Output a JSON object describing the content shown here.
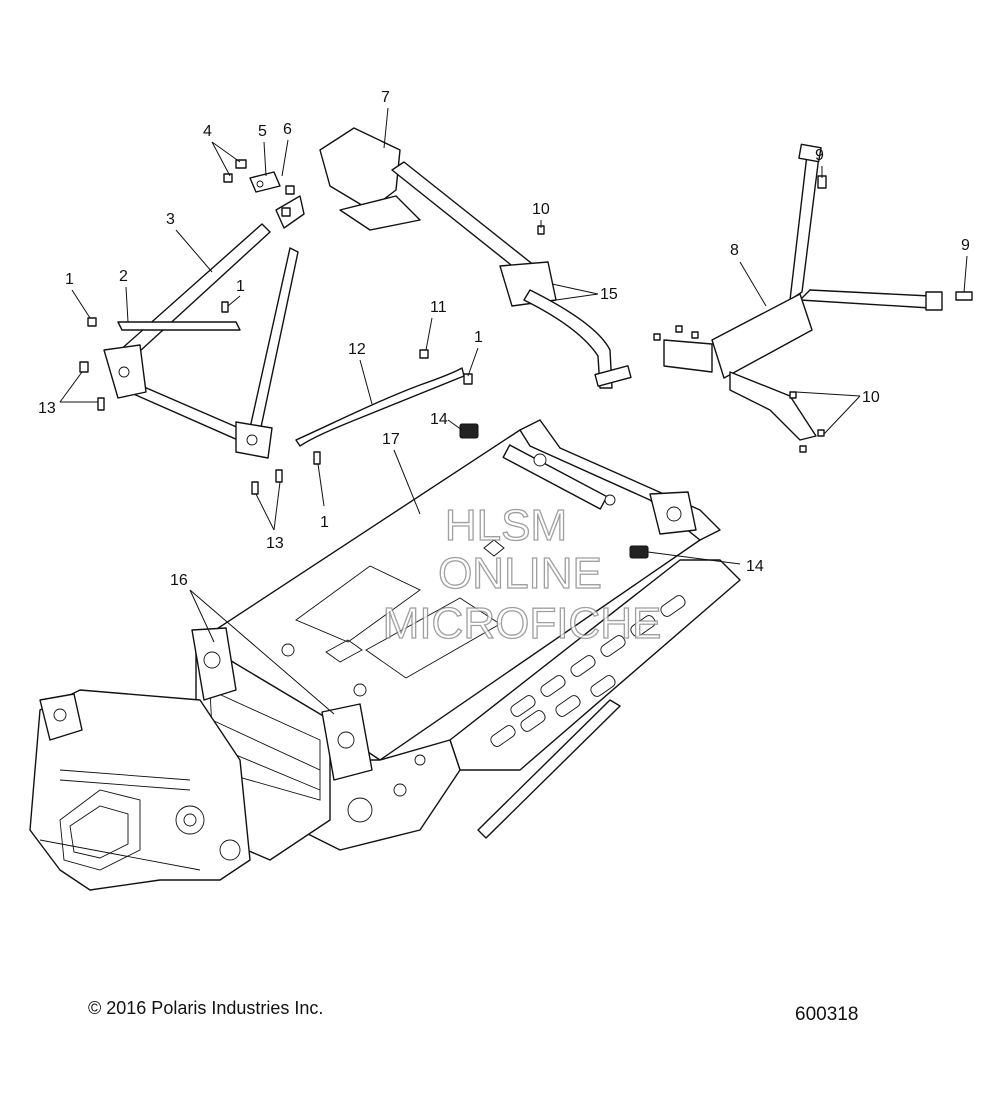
{
  "callouts": {
    "c1": "1",
    "c2": "2",
    "c3": "3",
    "c4": "4",
    "c5": "5",
    "c6": "6",
    "c7": "7",
    "c8": "8",
    "c9": "9",
    "c10": "10",
    "c11": "11",
    "c12": "12",
    "c13": "13",
    "c14": "14",
    "c15": "15",
    "c16": "16",
    "c17": "17"
  },
  "watermark": {
    "line1": "HLSM",
    "line2": "ONLINE",
    "line3": "MICROFICHE"
  },
  "footer": {
    "copyright": "© 2016 Polaris Industries Inc.",
    "figure_id": "600318"
  }
}
